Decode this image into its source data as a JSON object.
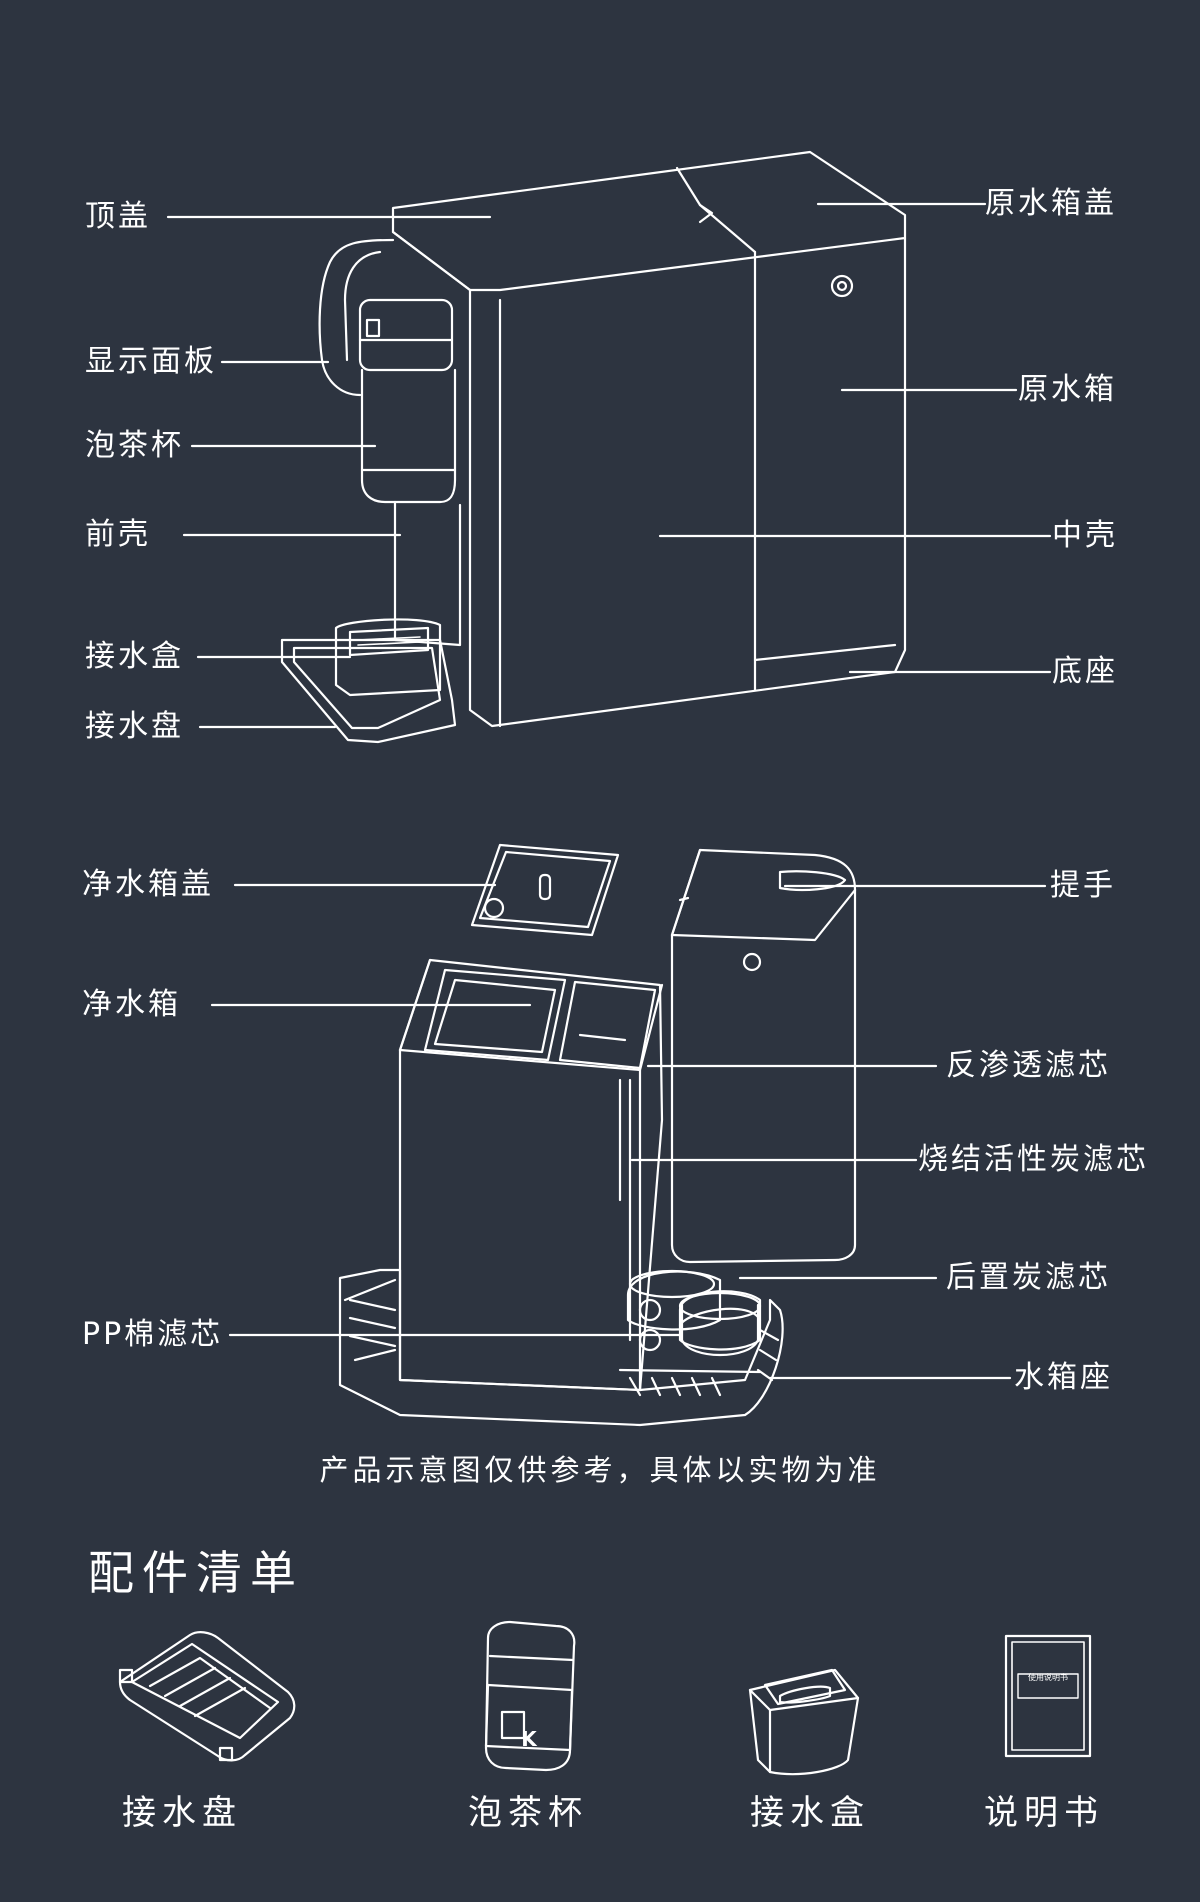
{
  "colors": {
    "background": "#2d3440",
    "line": "#ffffff"
  },
  "top_labels": {
    "ding_gai": "顶盖",
    "xianshi_mianban": "显示面板",
    "paocha_bei": "泡茶杯",
    "qian_ke": "前壳",
    "jieshui_he": "接水盒",
    "jieshui_pan": "接水盘",
    "yuan_shuixiang_gai": "原水箱盖",
    "yuan_shuixiang": "原水箱",
    "zhong_ke": "中壳",
    "di_zuo": "底座"
  },
  "bottom_labels": {
    "jing_shuixiang_gai": "净水箱盖",
    "jing_shuixiang": "净水箱",
    "pp_filter": "PP棉滤芯",
    "ti_shou": "提手",
    "ro_filter": "反渗透滤芯",
    "sintered_carbon_filter": "烧结活性炭滤芯",
    "post_carbon_filter": "后置炭滤芯",
    "tank_base": "水箱座"
  },
  "note": "产品示意图仅供参考，具体以实物为准",
  "accessories": {
    "title": "配件清单",
    "items": [
      {
        "label": "接水盘",
        "icon": "drip-tray-icon"
      },
      {
        "label": "泡茶杯",
        "icon": "tea-cup-icon"
      },
      {
        "label": "接水盒",
        "icon": "water-box-icon"
      },
      {
        "label": "说明书",
        "icon": "manual-icon"
      }
    ],
    "cup_badge": "K",
    "manual_text": [
      "使用说明书"
    ]
  }
}
